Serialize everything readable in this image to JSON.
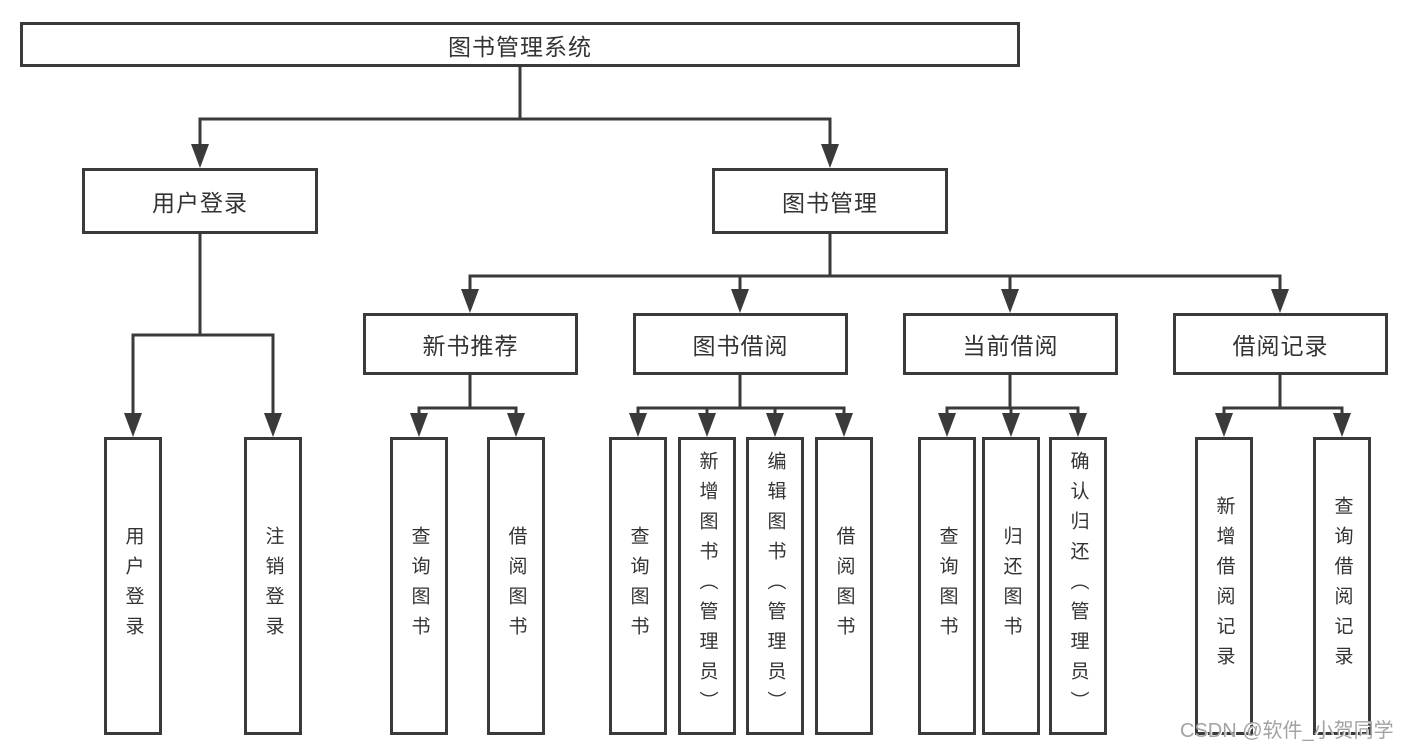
{
  "diagram": {
    "type": "hierarchy-tree",
    "root": {
      "label": "图书管理系统"
    },
    "level2": {
      "user_login": {
        "label": "用户登录"
      },
      "book_mgmt": {
        "label": "图书管理"
      }
    },
    "level3": {
      "new_books": {
        "label": "新书推荐"
      },
      "book_borrow": {
        "label": "图书借阅"
      },
      "current_borrow": {
        "label": "当前借阅"
      },
      "borrow_records": {
        "label": "借阅记录"
      }
    },
    "leaves": {
      "login_user": {
        "label": "用户登录",
        "parent": "用户登录"
      },
      "login_logout": {
        "label": "注销登录",
        "parent": "用户登录"
      },
      "nb_query": {
        "label": "查询图书",
        "parent": "新书推荐"
      },
      "nb_borrow": {
        "label": "借阅图书",
        "parent": "新书推荐"
      },
      "bb_query": {
        "label": "查询图书",
        "parent": "图书借阅"
      },
      "bb_add": {
        "label": "新增图书（管理员）",
        "parent": "图书借阅"
      },
      "bb_edit": {
        "label": "编辑图书（管理员）",
        "parent": "图书借阅"
      },
      "bb_borrow": {
        "label": "借阅图书",
        "parent": "图书借阅"
      },
      "cb_query": {
        "label": "查询图书",
        "parent": "当前借阅"
      },
      "cb_return": {
        "label": "归还图书",
        "parent": "当前借阅"
      },
      "cb_confirm": {
        "label": "确认归还（管理员）",
        "parent": "当前借阅"
      },
      "br_add": {
        "label": "新增借阅记录",
        "parent": "借阅记录"
      },
      "br_query": {
        "label": "查询借阅记录",
        "parent": "借阅记录"
      }
    }
  },
  "watermark": "CSDN @软件_小贺同学",
  "colors": {
    "line": "#3a3a3a",
    "box_border": "#3a3a3a",
    "box_bg": "#ffffff",
    "text": "#333333",
    "watermark": "#a3a3a3"
  }
}
